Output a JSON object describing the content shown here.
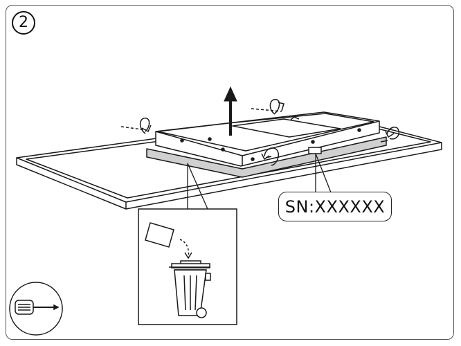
{
  "step": {
    "number": "2"
  },
  "serial_label": {
    "text": "SN:XXXXXX"
  },
  "icons": {
    "step_badge": "circled-number",
    "lift_arrow": "arrow-up-icon",
    "rotate_arrows": "rotate-arrow-icon",
    "tool": "screwdriver-icon",
    "disposal": "wheelie-bin-icon"
  },
  "colors": {
    "line": "#1a1a1a",
    "frame": "#555555",
    "background": "#ffffff"
  }
}
